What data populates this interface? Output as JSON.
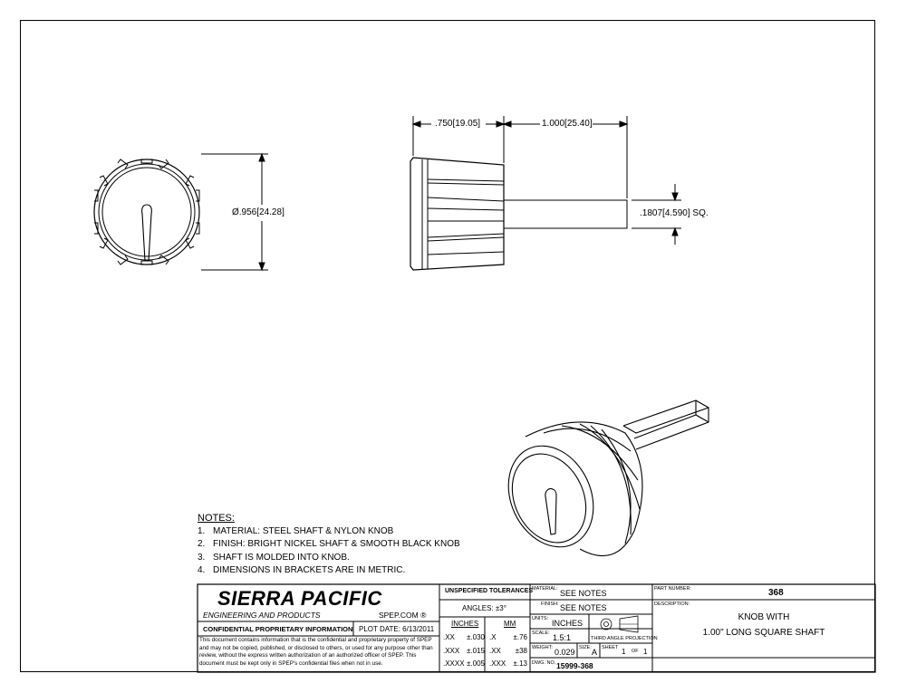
{
  "dimensions": {
    "knob_width": ".750",
    "knob_width_mm": "19.05",
    "shaft_length": "1.000",
    "shaft_length_mm": "25.40",
    "diameter": "Ø.956",
    "diameter_mm": "24.28",
    "shaft_size": ".1807",
    "shaft_size_mm": "4.590",
    "shaft_suffix": "SQ."
  },
  "notes": {
    "title": "NOTES:",
    "items": [
      {
        "num": "1.",
        "text": "MATERIAL: STEEL SHAFT & NYLON KNOB"
      },
      {
        "num": "2.",
        "text": "FINISH: BRIGHT NICKEL SHAFT & SMOOTH BLACK KNOB"
      },
      {
        "num": "3.",
        "text": "SHAFT IS MOLDED INTO KNOB."
      },
      {
        "num": "4.",
        "text": "DIMENSIONS IN BRACKETS ARE IN METRIC."
      }
    ]
  },
  "company": {
    "name": "SIERRA PACIFIC",
    "subtitle": "ENGINEERING AND PRODUCTS",
    "registered": "®",
    "website": "SPEP.COM",
    "confidential": "CONFIDENTIAL PROPRIETARY INFORMATION",
    "plot_date_label": "PLOT DATE:",
    "plot_date": "6/13/2011",
    "disclaimer": "This document contains information that is the confidential and proprietary property of SPEP and may not be copied, published, or disclosed to others, or used for any purpose other than review, without the express written authorization of an authorized officer of SPEP. This document must be kept only in SPEP's confidential files when not in use."
  },
  "tolerances": {
    "title": "UNSPECIFIED TOLERANCES",
    "angles": "ANGLES: ±3°",
    "inches_header": "INCHES",
    "mm_header": "MM",
    "rows": [
      {
        "in_label": ".XX",
        "in_val": "±.030",
        "mm_label": ".X",
        "mm_val": "±.76"
      },
      {
        "in_label": ".XXX",
        "in_val": "±.015",
        "mm_label": ".XX",
        "mm_val": "±38"
      },
      {
        "in_label": ".XXXX",
        "in_val": "±.005",
        "mm_label": ".XXX",
        "mm_val": "±.13"
      }
    ]
  },
  "fields": {
    "material_label": "MATERIAL:",
    "material": "SEE NOTES",
    "finish_label": "FINISH:",
    "finish": "SEE NOTES",
    "units_label": "UNITS:",
    "units": "INCHES",
    "projection": "THIRD ANGLE PROJECTION",
    "scale_label": "SCALE:",
    "scale": "1.5:1",
    "weight_label": "WEIGHT:",
    "weight": "0.029",
    "size_label": "SIZE:",
    "size": "A",
    "sheet_label": "SHEET",
    "sheet": "1",
    "of_label": "OF",
    "sheet_total": "1",
    "dwg_label": "DWG. NO.",
    "dwg_no": "15999-368",
    "part_number_label": "PART NUMBER:",
    "part_number": "368",
    "description_label": "DESCRIPTION:",
    "description_line1": "KNOB WITH",
    "description_line2": "1.00\" LONG SQUARE SHAFT"
  }
}
